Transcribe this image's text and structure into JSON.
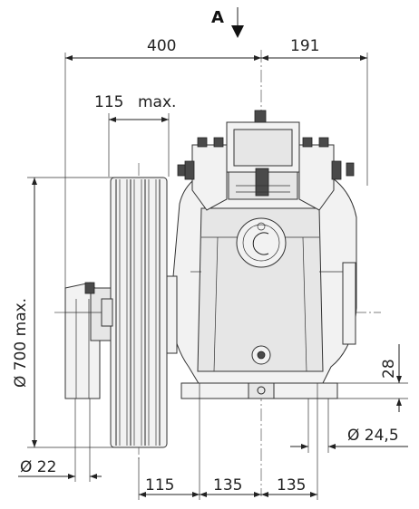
{
  "view": {
    "label": "A"
  },
  "dimensions": {
    "top_left": "400",
    "top_right": "191",
    "pulley_width": "115",
    "pulley_width_suffix": "max.",
    "diameter": "Ø 700 max.",
    "bottom_a": "115",
    "bottom_b": "135",
    "bottom_c": "135",
    "height_right": "28",
    "bolt_diameter": "Ø 24,5",
    "shaft_diameter": "Ø 22"
  }
}
